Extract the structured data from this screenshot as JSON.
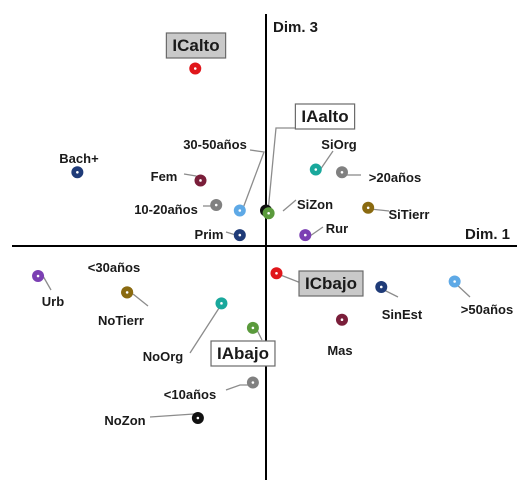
{
  "chart_data": {
    "type": "scatter",
    "title": "",
    "xlabel": "Dim. 1",
    "ylabel": "Dim. 3",
    "xlim": [
      -1.0,
      1.0
    ],
    "ylim": [
      -0.9,
      0.9
    ],
    "grid": false,
    "legend": "none",
    "points": [
      {
        "label": "ICalto",
        "x": -0.27,
        "y": 0.65,
        "color": "#e0161b",
        "label_style": "box-gray"
      },
      {
        "label": "IAalto",
        "x": 0.0,
        "y": 0.13,
        "color": "#111111",
        "label_style": "box-white"
      },
      {
        "label": "ICbajo",
        "x": 0.04,
        "y": -0.1,
        "color": "#e0161b",
        "label_style": "box-gray"
      },
      {
        "label": "IAbajo",
        "x": -0.05,
        "y": -0.3,
        "color": "#5a9a3c",
        "label_style": "box-white"
      },
      {
        "label": "Bach+",
        "x": -0.72,
        "y": 0.27,
        "color": "#1f3b78"
      },
      {
        "label": "Fem",
        "x": -0.25,
        "y": 0.24,
        "color": "#7a1e3a"
      },
      {
        "label": "30-50años",
        "x": -0.1,
        "y": 0.13,
        "color": "#5ea9e6"
      },
      {
        "label": "10-20años",
        "x": -0.19,
        "y": 0.15,
        "color": "#808080"
      },
      {
        "label": "Prim",
        "x": -0.1,
        "y": 0.04,
        "color": "#1f3b78"
      },
      {
        "label": "SiOrg",
        "x": 0.19,
        "y": 0.28,
        "color": "#19a89c"
      },
      {
        "label": ">20años",
        "x": 0.29,
        "y": 0.27,
        "color": "#808080"
      },
      {
        "label": "SiZon",
        "x": 0.01,
        "y": 0.12,
        "color": "#5a9a3c"
      },
      {
        "label": "SiTierr",
        "x": 0.39,
        "y": 0.14,
        "color": "#8a6a10"
      },
      {
        "label": "Rur",
        "x": 0.15,
        "y": 0.04,
        "color": "#7b3fb3"
      },
      {
        "label": "<30años",
        "x": -0.53,
        "y": -0.17,
        "color": "#8a6a10"
      },
      {
        "label": "Urb",
        "x": -0.87,
        "y": -0.11,
        "color": "#7b3fb3"
      },
      {
        "label": "NoTierr",
        "x": -0.53,
        "y": -0.17,
        "color": "#8a6a10"
      },
      {
        "label": "NoOrg",
        "x": -0.17,
        "y": -0.21,
        "color": "#19a89c"
      },
      {
        "label": "SinEst",
        "x": 0.44,
        "y": -0.15,
        "color": "#1f3b78"
      },
      {
        "label": ">50años",
        "x": 0.72,
        "y": -0.13,
        "color": "#5ea9e6"
      },
      {
        "label": "Mas",
        "x": 0.29,
        "y": -0.27,
        "color": "#7a1e3a"
      },
      {
        "label": "<10años",
        "x": -0.05,
        "y": -0.5,
        "color": "#808080"
      },
      {
        "label": "NoZon",
        "x": -0.26,
        "y": -0.63,
        "color": "#111111"
      }
    ]
  }
}
